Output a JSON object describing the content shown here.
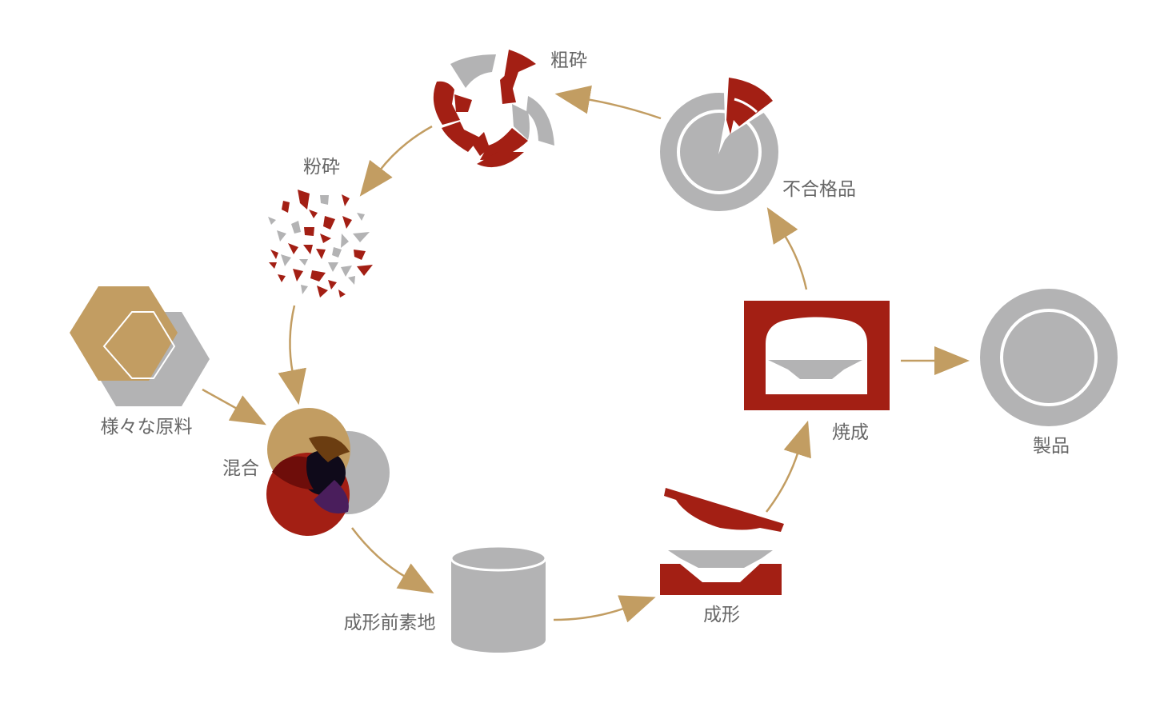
{
  "colors": {
    "gold": "#c29d62",
    "gray": "#b3b3b4",
    "red": "#a31f14",
    "label": "#666666"
  },
  "stages": {
    "raw_materials": "様々な原料",
    "mixing": "混合",
    "green_body": "成形前素地",
    "forming": "成形",
    "firing": "焼成",
    "product": "製品",
    "defective": "不合格品",
    "coarse_crushing": "粗砕",
    "pulverizing": "粉砕"
  }
}
